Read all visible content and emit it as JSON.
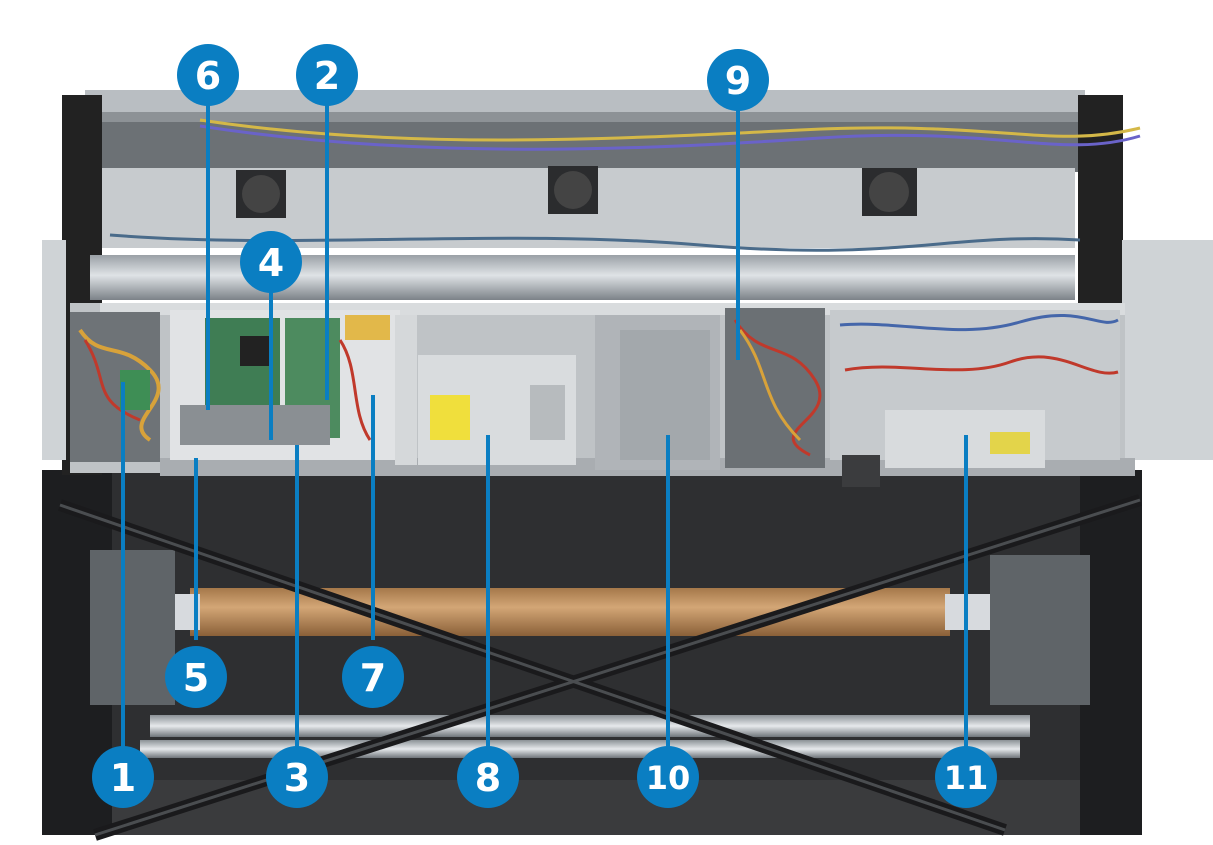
{
  "image": {
    "subject": "printer-rear-electronics",
    "background_color": "#ffffff",
    "callout_color": "#0a7ec2",
    "callout_text_color": "#ffffff"
  },
  "callouts": [
    {
      "id": "c1",
      "number": "1"
    },
    {
      "id": "c2",
      "number": "2"
    },
    {
      "id": "c3",
      "number": "3"
    },
    {
      "id": "c4",
      "number": "4"
    },
    {
      "id": "c5",
      "number": "5"
    },
    {
      "id": "c6",
      "number": "6"
    },
    {
      "id": "c7",
      "number": "7"
    },
    {
      "id": "c8",
      "number": "8"
    },
    {
      "id": "c9",
      "number": "9"
    },
    {
      "id": "c10",
      "number": "10"
    },
    {
      "id": "c11",
      "number": "11"
    }
  ]
}
